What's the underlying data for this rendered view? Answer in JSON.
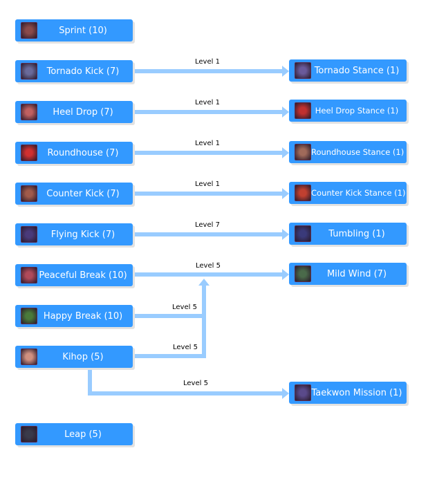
{
  "skills": {
    "sprint": {
      "label": "Sprint (10)",
      "icon": "sprint-icon",
      "color": "#8a4a4a"
    },
    "tornado_kick": {
      "label": "Tornado Kick (7)",
      "icon": "tornado-kick-icon",
      "color": "#6a6a9a"
    },
    "heel_drop": {
      "label": "Heel Drop (7)",
      "icon": "heel-drop-icon",
      "color": "#c06060"
    },
    "roundhouse": {
      "label": "Roundhouse (7)",
      "icon": "roundhouse-icon",
      "color": "#d03030"
    },
    "counter_kick": {
      "label": "Counter Kick (7)",
      "icon": "counter-kick-icon",
      "color": "#a05a4a"
    },
    "flying_kick": {
      "label": "Flying Kick (7)",
      "icon": "flying-kick-icon",
      "color": "#4a3a7a"
    },
    "peaceful_break": {
      "label": "Peaceful Break (10)",
      "icon": "peaceful-break-icon",
      "color": "#b04a5a"
    },
    "happy_break": {
      "label": "Happy Break (10)",
      "icon": "happy-break-icon",
      "color": "#4a7a3a"
    },
    "kihop": {
      "label": "Kihop (5)",
      "icon": "kihop-icon",
      "color": "#d09080"
    },
    "leap": {
      "label": "Leap (5)",
      "icon": "leap-icon",
      "color": "#3a3a4a"
    },
    "tornado_stance": {
      "label": "Tornado Stance (1)",
      "icon": "tornado-stance-icon",
      "color": "#6a5a9a"
    },
    "heel_drop_stance": {
      "label": "Heel Drop Stance (1)",
      "icon": "heel-drop-stance-icon",
      "color": "#c03030"
    },
    "roundhouse_stance": {
      "label": "Roundhouse Stance (1)",
      "icon": "roundhouse-stance-icon",
      "color": "#a06a5a"
    },
    "counter_kick_stance": {
      "label": "Counter Kick Stance (1)",
      "icon": "counter-kick-stance-icon",
      "color": "#c04030"
    },
    "tumbling": {
      "label": "Tumbling (1)",
      "icon": "tumbling-icon",
      "color": "#3a3a7a"
    },
    "mild_wind": {
      "label": "Mild Wind (7)",
      "icon": "mild-wind-icon",
      "color": "#4a6a4a"
    },
    "taekwon_mission": {
      "label": "Taekwon Mission (1)",
      "icon": "taekwon-mission-icon",
      "color": "#5a4a8a"
    }
  },
  "links": {
    "tornado": "Level 1",
    "heel": "Level 1",
    "round": "Level 1",
    "counter": "Level 1",
    "flying": "Level 7",
    "peaceful": "Level 5",
    "happy": "Level 5",
    "kihop_wind": "Level 5",
    "kihop_mission": "Level 5"
  }
}
